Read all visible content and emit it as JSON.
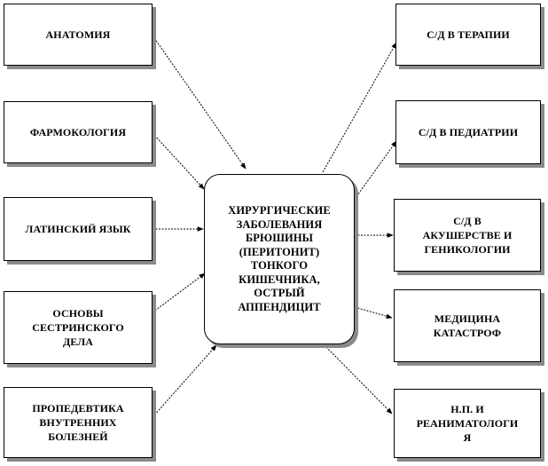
{
  "center": {
    "label": "ХИРУРГИЧЕСКИЕ\nЗАБОЛЕВАНИЯ\nБРЮШИНЫ\n(ПЕРИТОНИТ)\nТОНКОГО\nКИШЕЧНИКА,\nОСТРЫЙ\nАППЕНДИЦИТ"
  },
  "left_boxes": [
    {
      "label": "АНАТОМИЯ"
    },
    {
      "label": "ФАРМОКОЛОГИЯ"
    },
    {
      "label": "ЛАТИНСКИЙ  ЯЗЫК"
    },
    {
      "label": "ОСНОВЫ\nСЕСТРИНСКОГО\nДЕЛА"
    },
    {
      "label": "ПРОПЕДЕВТИКА\nВНУТРЕННИХ\nБОЛЕЗНЕЙ"
    }
  ],
  "right_boxes": [
    {
      "label": "С/Д В ТЕРАПИИ"
    },
    {
      "label": "С/Д В ПЕДИАТРИИ"
    },
    {
      "label": "С/Д В\nАКУШЕРСТВЕ  И\nГЕНИКОЛОГИИ"
    },
    {
      "label": "МЕДИЦИНА\nКАТАСТРОФ"
    },
    {
      "label": "Н.П.  И\nРЕАНИМАТОЛОГИ\nЯ"
    }
  ]
}
